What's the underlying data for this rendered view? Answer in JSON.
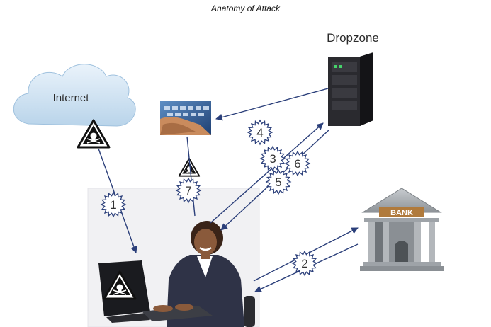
{
  "title": "Anatomy of Attack",
  "nodes": {
    "internet": "Internet",
    "dropzone": "Dropzone",
    "bank": "BANK"
  },
  "steps": [
    "1",
    "2",
    "3",
    "4",
    "5",
    "6",
    "7"
  ],
  "colors": {
    "arrow": "#2b3f7a",
    "star_stroke": "#2b3f7a",
    "cloud": "#cfe3f3",
    "server": "#1e1e22",
    "bank": "#9ea3a8",
    "bank_sign": "#b07a3c",
    "warning": "#111111"
  },
  "icons": [
    "cloud-icon",
    "server-icon",
    "keyboard-photo",
    "bank-icon",
    "warning-skull-icon",
    "user-at-computer-photo"
  ]
}
